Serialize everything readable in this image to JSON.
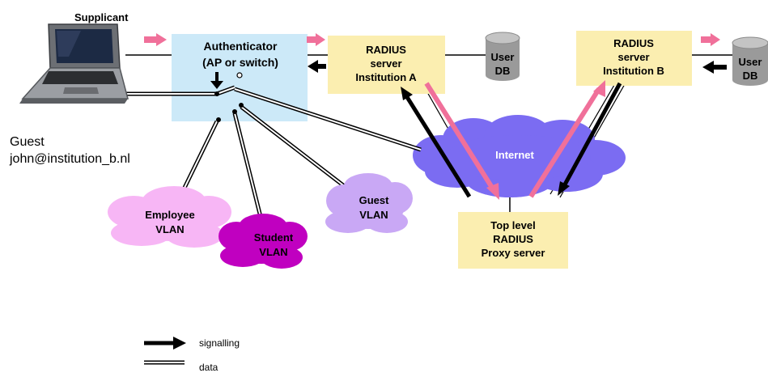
{
  "labels": {
    "supplicant": "Supplicant",
    "guest_line1": "Guest",
    "guest_line2": "john@institution_b.nl",
    "authenticator_line1": "Authenticator",
    "authenticator_line2": "(AP or switch)",
    "radius_a_line1": "RADIUS",
    "radius_a_line2": "server",
    "radius_a_line3": "Institution A",
    "user_db_a_line1": "User",
    "user_db_a_line2": "DB",
    "radius_b_line1": "RADIUS",
    "radius_b_line2": "server",
    "radius_b_line3": "Institution B",
    "user_db_b_line1": "User",
    "user_db_b_line2": "DB",
    "internet": "Internet",
    "top_proxy_line1": "Top level",
    "top_proxy_line2": "RADIUS",
    "top_proxy_line3": "Proxy server",
    "employee_vlan_line1": "Employee",
    "employee_vlan_line2": "VLAN",
    "student_vlan_line1": "Student",
    "student_vlan_line2": "VLAN",
    "guest_vlan_line1": "Guest",
    "guest_vlan_line2": "VLAN"
  },
  "legend": {
    "signalling": "signalling",
    "data": "data"
  },
  "colors": {
    "authenticator_box": "#cce9f8",
    "radius_box": "#fbeeb0",
    "db_cylinder": "#9a9a9a",
    "internet_cloud": "#7b6cf2",
    "employee_vlan": "#f7b6f5",
    "student_vlan": "#c000c0",
    "guest_vlan": "#c9a8f5",
    "pink_arrow": "#f0709a",
    "signalling_arrow": "#000000"
  },
  "icons": {
    "supplicant": "laptop-icon",
    "databases": "database-cylinder-icon"
  }
}
